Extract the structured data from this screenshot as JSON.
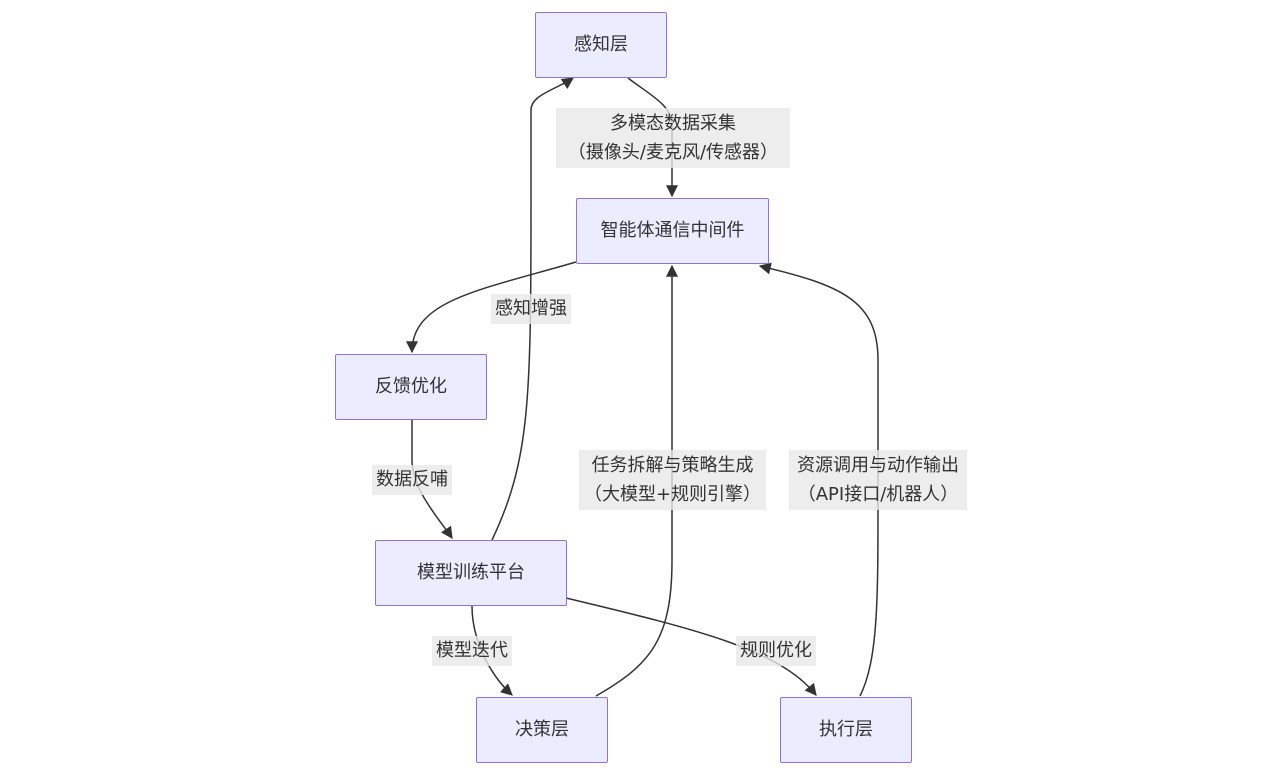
{
  "nodes": {
    "perception": "感知层",
    "middleware": "智能体通信中间件",
    "feedback": "反馈优化",
    "training": "模型训练平台",
    "decision": "决策层",
    "execution": "执行层"
  },
  "edge_labels": {
    "perception_to_middleware": [
      "多模态数据采集",
      "（摄像头/麦克风/传感器）"
    ],
    "training_to_perception": "感知增强",
    "feedback_to_training": "数据反哺",
    "decision_to_middleware": [
      "任务拆解与策略生成",
      "（大模型+规则引擎）"
    ],
    "execution_to_middleware": [
      "资源调用与动作输出",
      "（API接口/机器人）"
    ],
    "training_to_decision": "模型迭代",
    "training_to_execution": "规则优化"
  },
  "colors": {
    "node_fill": "#ECECFF",
    "node_stroke": "#9370DB",
    "edge_stroke": "#333333",
    "label_background": "#E8E8E8",
    "text": "#333333"
  }
}
